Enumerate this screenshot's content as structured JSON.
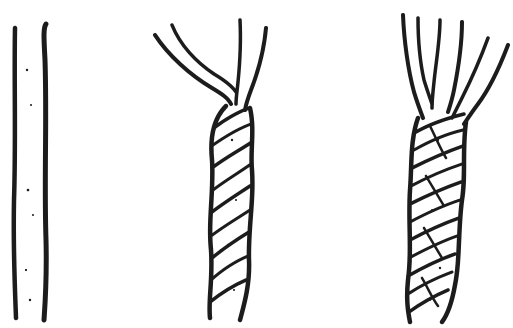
{
  "illustration": {
    "ink_color": "#1c1c1c",
    "paper_color": "#ffffff",
    "panels": [
      {
        "id": "single-strand",
        "strand_count": 1
      },
      {
        "id": "two-ply-twist",
        "strand_count": 2
      },
      {
        "id": "three-ply-twist",
        "strand_count": 3
      }
    ]
  }
}
